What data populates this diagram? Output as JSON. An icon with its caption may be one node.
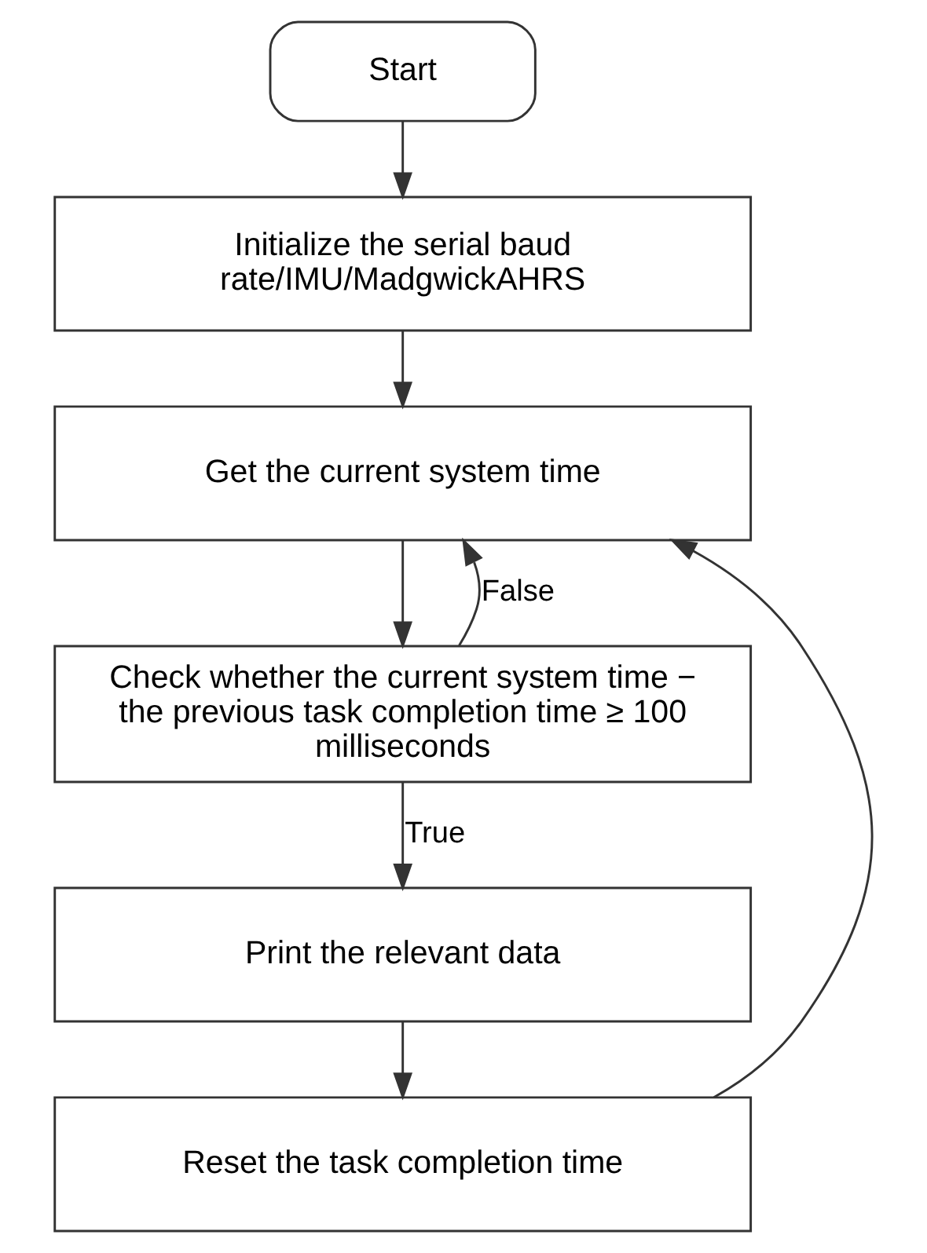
{
  "diagram": {
    "nodes": [
      {
        "text": [
          "Start"
        ]
      },
      {
        "text": [
          "Initialize the serial baud rate/IMU/MadgwickAHRS"
        ]
      },
      {
        "text": [
          "Get the current system time"
        ]
      },
      {
        "text": [
          "Check whether the current system time − the previous task completion time ≥ 100 milliseconds"
        ]
      },
      {
        "text": [
          "Print the relevant data"
        ]
      },
      {
        "text": [
          "Reset the task completion time"
        ]
      }
    ],
    "edges": [
      {
        "from": 0,
        "to": 1,
        "arrow": "to"
      },
      {
        "from": 1,
        "to": 2,
        "arrow": "to"
      },
      {
        "from": 2,
        "to": 3,
        "arrow": "to"
      },
      {
        "from": 3,
        "to": 2,
        "arrow": "to",
        "label": "False"
      },
      {
        "from": 3,
        "to": 4,
        "arrow": "to",
        "label": "True"
      },
      {
        "from": 4,
        "to": 5,
        "arrow": "to"
      },
      {
        "from": 5,
        "to": 2,
        "arrow": "to"
      }
    ]
  }
}
